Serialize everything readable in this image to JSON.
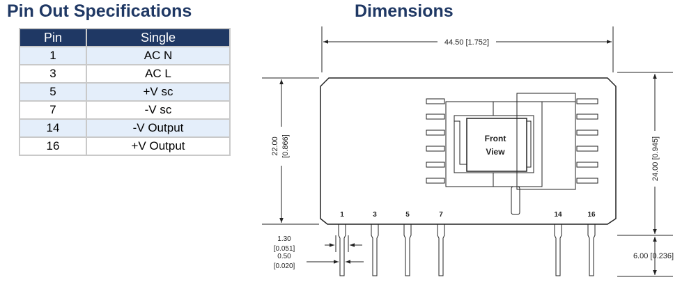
{
  "left_title": "Pin Out Specifications",
  "right_title": "Dimensions",
  "pin_table": {
    "headers": [
      "Pin",
      "Single"
    ],
    "rows": [
      {
        "pin": "1",
        "single": "AC N"
      },
      {
        "pin": "3",
        "single": "AC L"
      },
      {
        "pin": "5",
        "single": "+V sc"
      },
      {
        "pin": "7",
        "single": "-V sc"
      },
      {
        "pin": "14",
        "single": "-V Output"
      },
      {
        "pin": "16",
        "single": "+V Output"
      }
    ]
  },
  "dimensions": {
    "width": "44.50 [1.752]",
    "left_height_mm": "22.00",
    "left_height_in": "[0.866]",
    "right_height": "24.00 [0.945]",
    "pin_length": "6.00 [0.236]",
    "pin_spacing_mm": "1.30",
    "pin_spacing_in": "[0.051]",
    "pin_width_mm": "0.50",
    "pin_width_in": "[0.020]",
    "front_view_line1": "Front",
    "front_view_line2": "View",
    "pin_labels": [
      "1",
      "3",
      "5",
      "7",
      "14",
      "16"
    ]
  },
  "colors": {
    "heading": "#1f3864",
    "table_header_bg": "#1f3864",
    "table_alt_row": "#e4eefa",
    "table_border": "#c9c9c9"
  }
}
